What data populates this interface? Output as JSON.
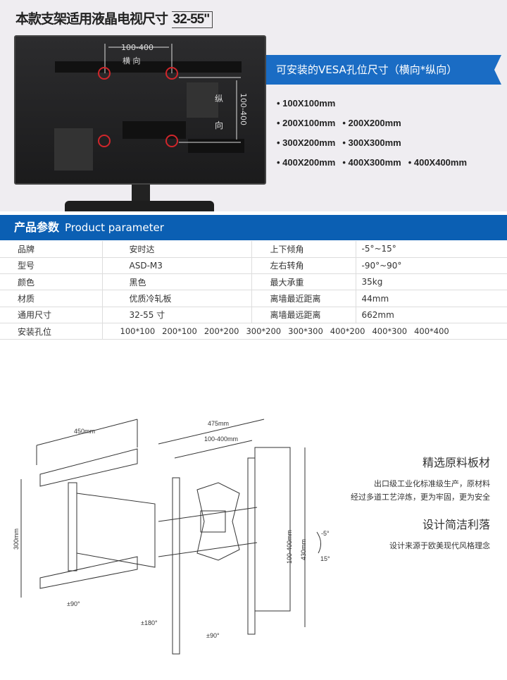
{
  "header": {
    "title": "本款支架适用液晶电视尺寸",
    "size": "32-55\""
  },
  "tv_labels": {
    "horizontal_range": "100-400",
    "horizontal": "横  向",
    "vertical_range": "100-400",
    "vertical_1": "纵",
    "vertical_2": "向"
  },
  "vesa": {
    "title": "可安装的VESA孔位尺寸（横向*纵向）",
    "rows": [
      [
        "100X100mm"
      ],
      [
        "200X100mm",
        "200X200mm"
      ],
      [
        "300X200mm",
        "300X300mm"
      ],
      [
        "400X200mm",
        "400X300mm",
        "400X400mm"
      ]
    ]
  },
  "params": {
    "title_cn": "产品参数",
    "title_en": "Product parameter",
    "rows": [
      [
        "品牌",
        "安时达",
        "上下倾角",
        "-5°~15°"
      ],
      [
        "型号",
        "ASD-M3",
        "左右转角",
        "-90°~90°"
      ],
      [
        "颜色",
        "黑色",
        "最大承重",
        "35kg"
      ],
      [
        "材质",
        "优质冷轧板",
        "离墙最近距离",
        "44mm"
      ],
      [
        "通用尺寸",
        "32-55 寸",
        "离墙最远距离",
        "662mm"
      ]
    ],
    "holes_label": "安装孔位",
    "holes": [
      "100*100",
      "200*100",
      "200*200",
      "300*200",
      "300*300",
      "400*200",
      "400*300",
      "400*400"
    ]
  },
  "diagram": {
    "arm_length": "450mm",
    "depth": "475mm",
    "plate_range": "100-400mm",
    "arm_height": "300mm",
    "vertical_range": "100-400mm",
    "plate_height": "430mm",
    "rot1": "±90°",
    "rot2": "±180°",
    "rot3": "±90°",
    "tilt_up": "-5°",
    "tilt_down": "15°"
  },
  "features": [
    {
      "title": "精选原料板材",
      "lines": [
        "出口级工业化标准级生产，原材料",
        "经过多道工艺淬炼，更为牢固，更为安全"
      ]
    },
    {
      "title": "设计简洁利落",
      "lines": [
        "设计来源于欧美现代风格理念"
      ]
    }
  ],
  "colors": {
    "blue": "#0b5fb3",
    "ribbon": "#1a6cc4",
    "hole_ring": "#d0262b"
  }
}
